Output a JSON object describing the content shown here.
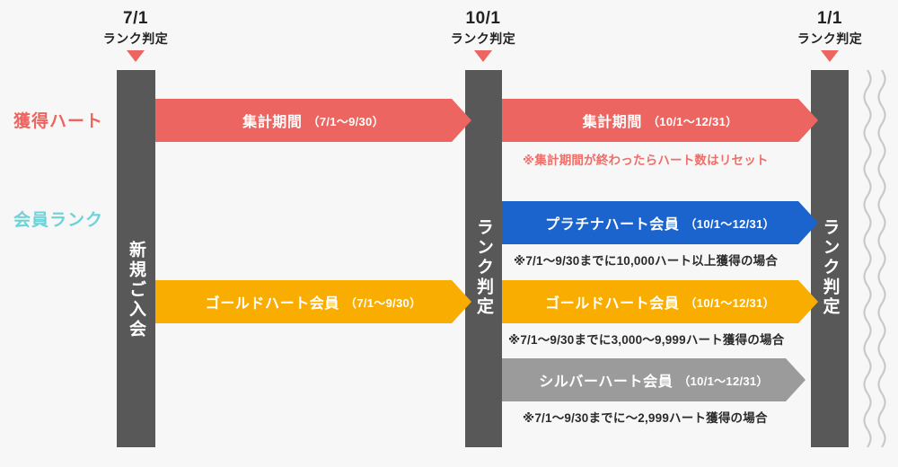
{
  "colors": {
    "background": "#f7f7f7",
    "column": "#585858",
    "hearts_accent": "#ec6560",
    "rank_accent": "#6fd2d8",
    "platinum": "#1b63cd",
    "gold": "#f9ad00",
    "silver": "#9b9b9b",
    "note_dark": "#2b2b2b",
    "wave": "#c9c9c9"
  },
  "row_labels": {
    "hearts": "獲得ハート",
    "rank": "会員ランク"
  },
  "milestones": [
    {
      "date": "7/1",
      "sub": "ランク判定",
      "column_text": "新規ご入会"
    },
    {
      "date": "10/1",
      "sub": "ランク判定",
      "column_text": "ランク判定"
    },
    {
      "date": "1/1",
      "sub": "ランク判定",
      "column_text": "ランク判定"
    }
  ],
  "bars": [
    {
      "id": "hearts-period-1",
      "title": "集計期間",
      "range": "（7/1〜9/30）"
    },
    {
      "id": "hearts-period-2",
      "title": "集計期間",
      "range": "（10/1〜12/31）"
    },
    {
      "id": "gold-member-1",
      "title": "ゴールドハート会員",
      "range": "（7/1〜9/30）"
    },
    {
      "id": "platinum-member-2",
      "title": "プラチナハート会員",
      "range": "（10/1〜12/31）"
    },
    {
      "id": "gold-member-2",
      "title": "ゴールドハート会員",
      "range": "（10/1〜12/31）"
    },
    {
      "id": "silver-member-2",
      "title": "シルバーハート会員",
      "range": "（10/1〜12/31）"
    }
  ],
  "notes": {
    "reset": "※集計期間が終わったらハート数はリセット",
    "platinum": "※7/1〜9/30までに10,000ハート以上獲得の場合",
    "gold": "※7/1〜9/30までに3,000〜9,999ハート獲得の場合",
    "silver": "※7/1〜9/30までに〜2,999ハート獲得の場合"
  }
}
